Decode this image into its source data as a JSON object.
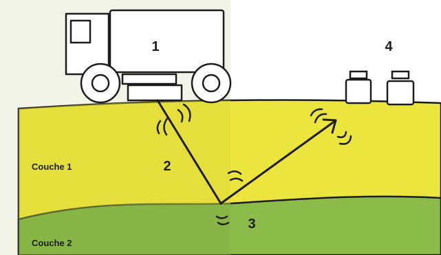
{
  "diagram": {
    "labels": {
      "one": "1",
      "two": "2",
      "three": "3",
      "four": "4"
    },
    "layers": {
      "layer1": "Couche 1",
      "layer2": "Couche 2"
    },
    "icons": [
      "vibroseis-truck-icon",
      "geophone-icon",
      "seismic-wave-icon"
    ],
    "colors": {
      "background_left": "#f1f4e6",
      "sky": "#ffffff",
      "layer1": "#ece53e",
      "layer1_shadow": "#ddd63a",
      "layer2": "#8bbb48",
      "layer2_shadow": "#83b243",
      "outline": "#1c1c1c"
    }
  }
}
